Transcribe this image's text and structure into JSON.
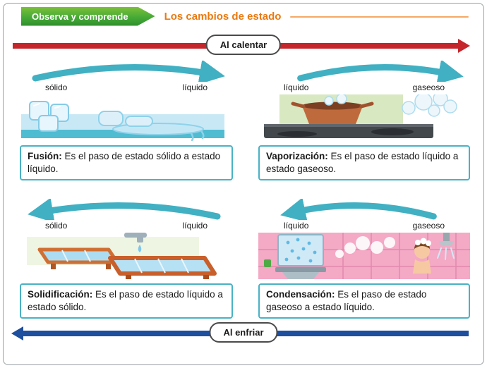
{
  "header": {
    "badge_label": "Observa y comprende",
    "title": "Los cambios de estado"
  },
  "heating": {
    "label": "Al calentar"
  },
  "cooling": {
    "label": "Al enfriar"
  },
  "panels": {
    "fusion": {
      "left_label": "sólido",
      "right_label": "líquido",
      "arrow_direction": "right",
      "term": "Fusión:",
      "desc": "Es el paso de estado sólido a estado líquido."
    },
    "vaporizacion": {
      "left_label": "líquido",
      "right_label": "gaseoso",
      "arrow_direction": "right",
      "term": "Vaporización:",
      "desc": "Es el paso de estado líquido a estado gaseoso."
    },
    "solidificacion": {
      "left_label": "sólido",
      "right_label": "líquido",
      "arrow_direction": "left",
      "term": "Solidificación:",
      "desc": "Es el paso de estado líquido a estado sólido."
    },
    "condensacion": {
      "left_label": "líquido",
      "right_label": "gaseoso",
      "arrow_direction": "left",
      "term": "Condensación:",
      "desc": "Es el paso de estado gaseoso a estado líquido."
    }
  },
  "colors": {
    "heating_arrow": "#c4262c",
    "cooling_arrow": "#1d4f9e",
    "badge_green": "#45a936",
    "title_orange": "#ea7a10",
    "state_arrow_teal": "#41b0c2",
    "caption_border": "#49b2c4"
  }
}
